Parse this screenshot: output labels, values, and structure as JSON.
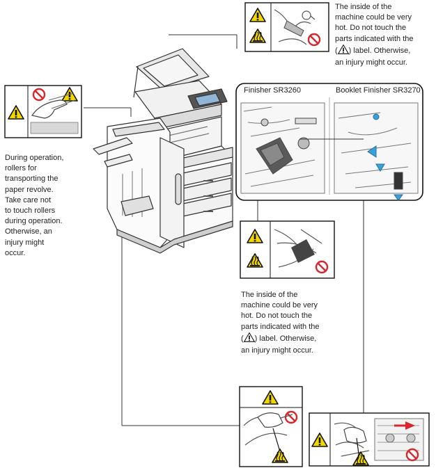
{
  "notes": {
    "top_right": [
      "The inside of the",
      "machine could be very",
      "hot. Do not touch the",
      "parts indicated with the",
      ") label. Otherwise,",
      "an injury might occur."
    ],
    "left": [
      "During operation,",
      "rollers for",
      "transporting the",
      "paper revolve.",
      "Take care not",
      "to touch rollers",
      "during operation.",
      "Otherwise, an",
      "injury might",
      "occur."
    ],
    "middle": [
      "The inside of the",
      "machine could be very",
      "hot. Do not touch the",
      "parts indicated with the",
      ") label. Otherwise,",
      "an injury might occur."
    ]
  },
  "labels": {
    "finisher_a": "Finisher SR3260",
    "finisher_b": "Booklet Finisher SR3270"
  },
  "colors": {
    "warning_yellow": "#f2d600",
    "prohibit_red": "#d7262c",
    "arrow_red": "#d7262c",
    "line": "#333333",
    "accent_blue": "#3aa0d8"
  },
  "icons": [
    "warning-triangle-icon",
    "hot-surface-icon",
    "prohibit-icon"
  ]
}
